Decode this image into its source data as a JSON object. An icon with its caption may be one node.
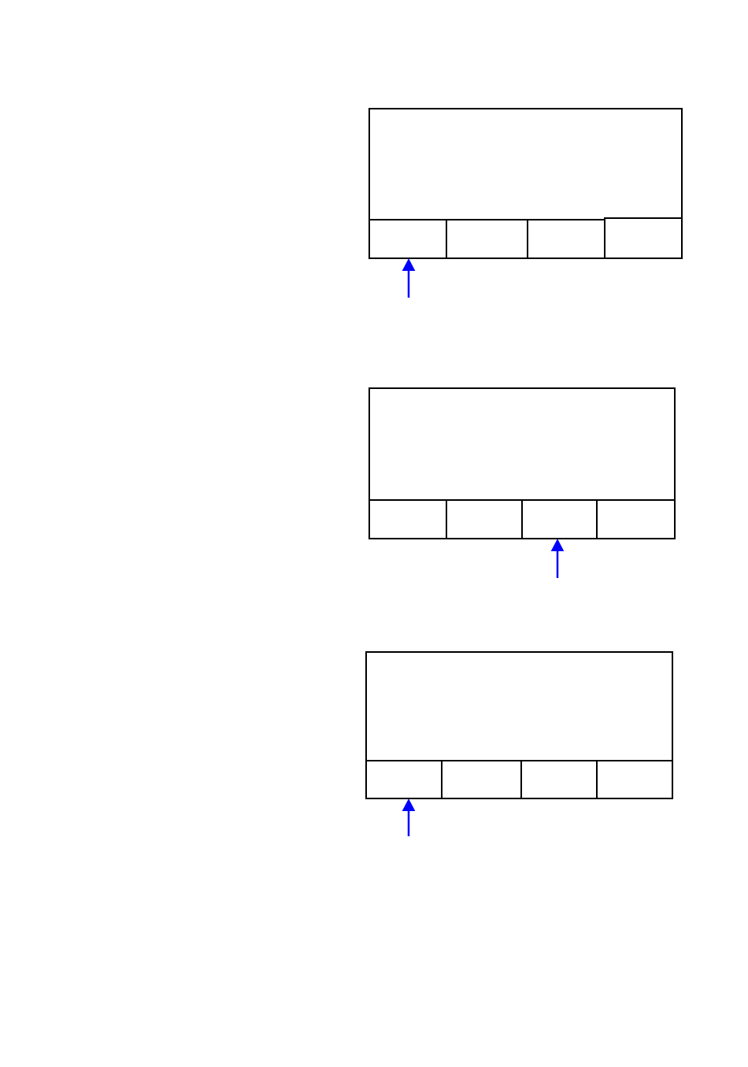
{
  "diagram": {
    "nodes": [
      {
        "text": [],
        "shape": "box"
      },
      {
        "text": [],
        "shape": "box",
        "in": 0
      },
      {
        "text": [],
        "shape": "box",
        "in": 0
      },
      {
        "text": [],
        "shape": "box",
        "in": 0
      },
      {
        "text": [],
        "shape": "box",
        "in": 0
      },
      {
        "text": [],
        "shape": "box"
      },
      {
        "text": [],
        "shape": "box",
        "in": 5
      },
      {
        "text": [],
        "shape": "box",
        "in": 5
      },
      {
        "text": [],
        "shape": "box",
        "in": 5
      },
      {
        "text": [],
        "shape": "box",
        "in": 5
      },
      {
        "text": [],
        "shape": "box"
      },
      {
        "text": [],
        "shape": "box",
        "in": 10
      },
      {
        "text": [],
        "shape": "box",
        "in": 10
      },
      {
        "text": [],
        "shape": "box",
        "in": 10
      },
      {
        "text": [],
        "shape": "box",
        "in": 10
      }
    ],
    "edges": [
      {
        "from": null,
        "to": 1,
        "arrow": "to"
      },
      {
        "from": null,
        "to": 8,
        "arrow": "to"
      },
      {
        "from": null,
        "to": 11,
        "arrow": "to"
      }
    ]
  }
}
